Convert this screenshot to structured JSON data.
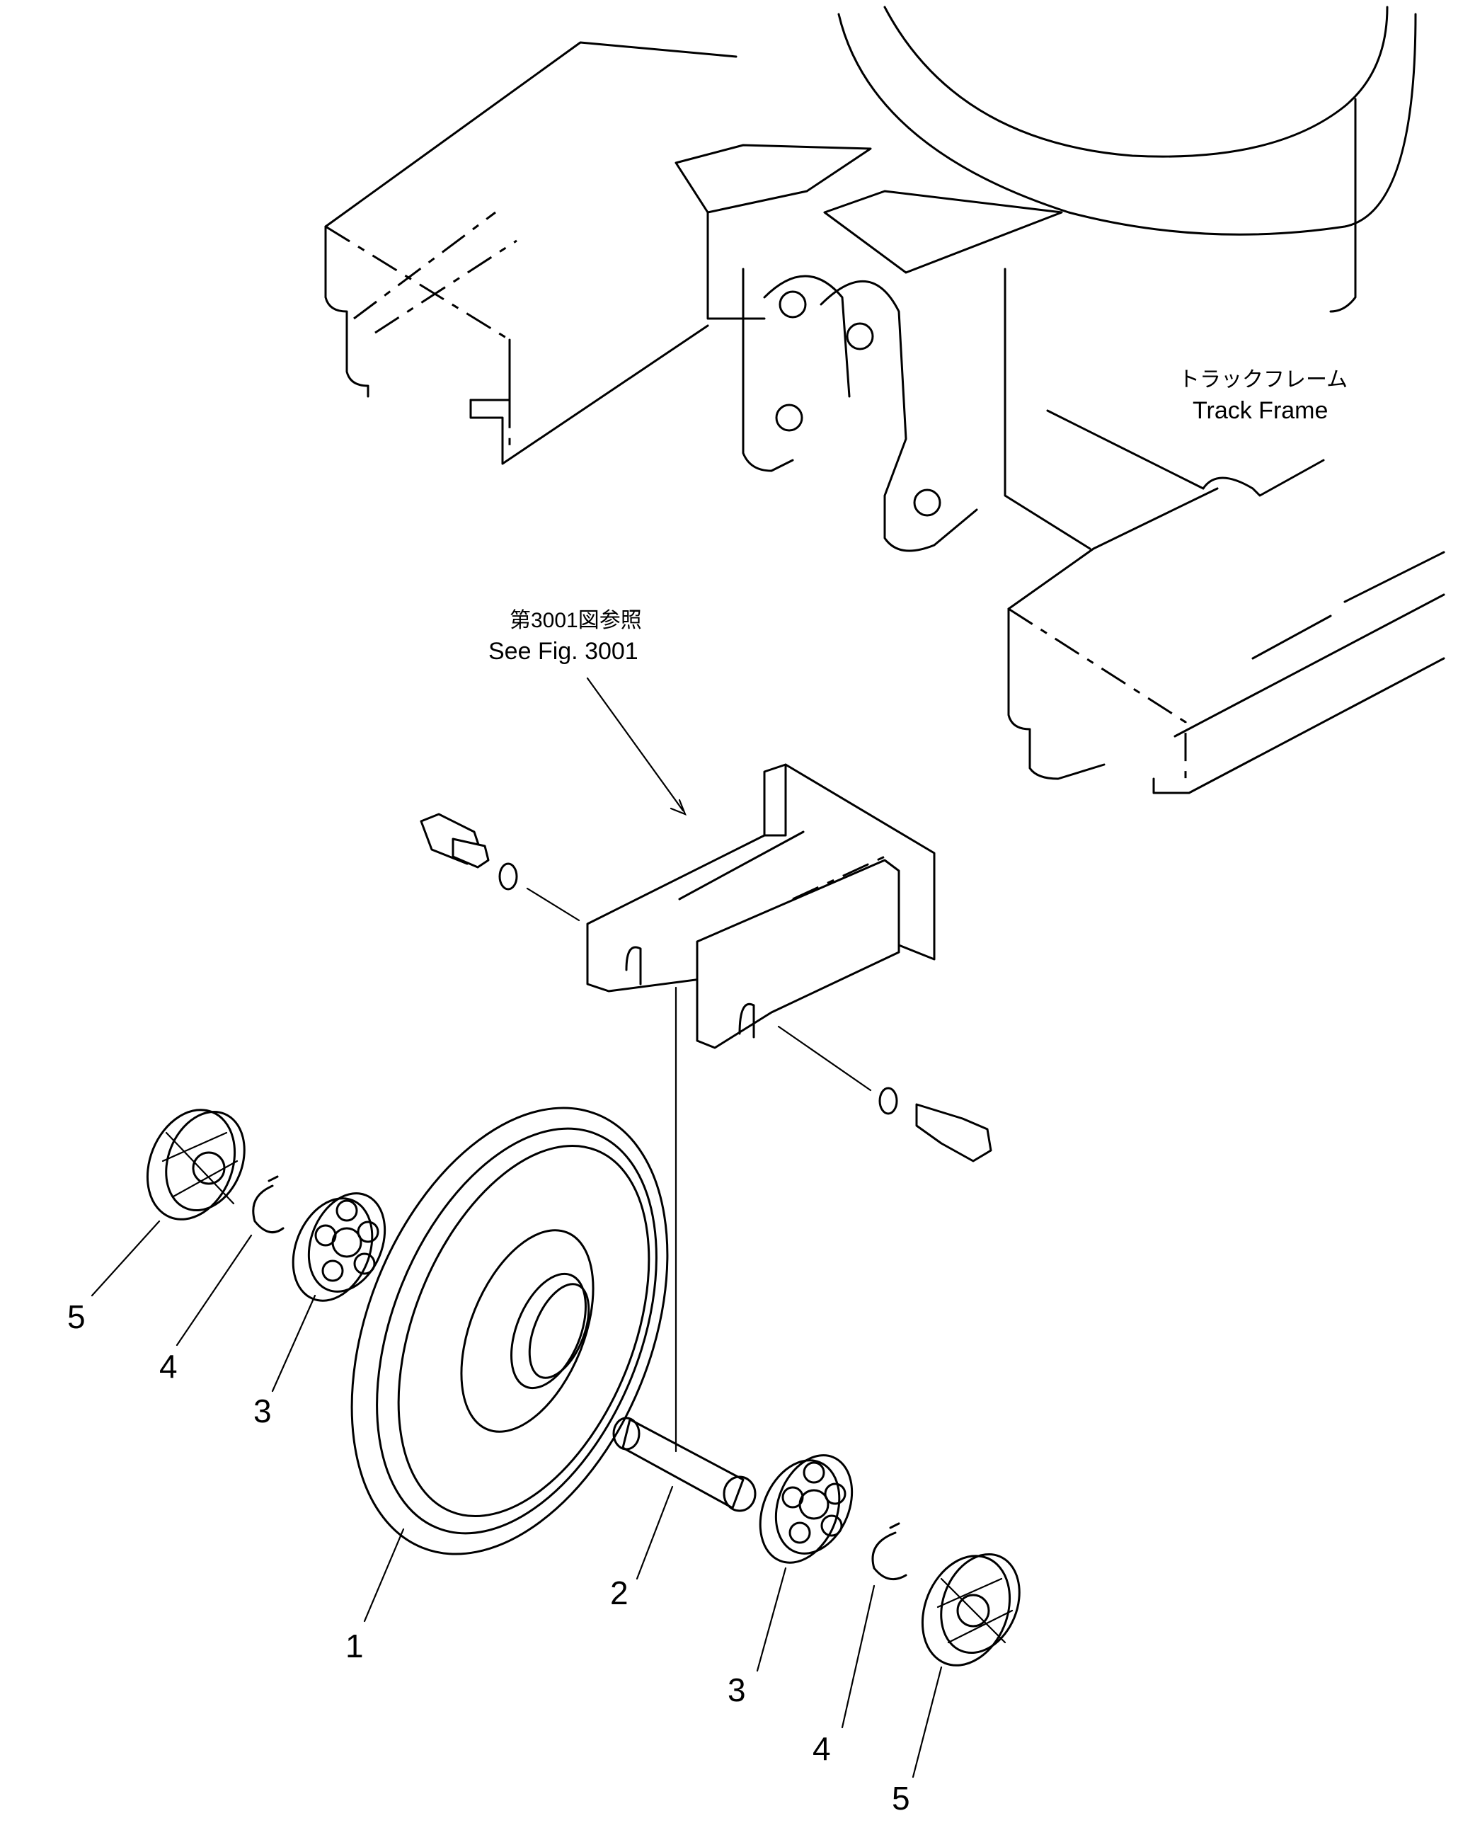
{
  "annotations": {
    "track_frame_ja": "トラックフレーム",
    "track_frame_en": "Track Frame",
    "see_fig_ja": "第3001図参照",
    "see_fig_en": "See Fig. 3001"
  },
  "callouts": [
    {
      "id": "c1",
      "text": "1"
    },
    {
      "id": "c2",
      "text": "2"
    },
    {
      "id": "c3a",
      "text": "3"
    },
    {
      "id": "c3b",
      "text": "3"
    },
    {
      "id": "c4a",
      "text": "4"
    },
    {
      "id": "c4b",
      "text": "4"
    },
    {
      "id": "c5a",
      "text": "5"
    },
    {
      "id": "c5b",
      "text": "5"
    }
  ]
}
